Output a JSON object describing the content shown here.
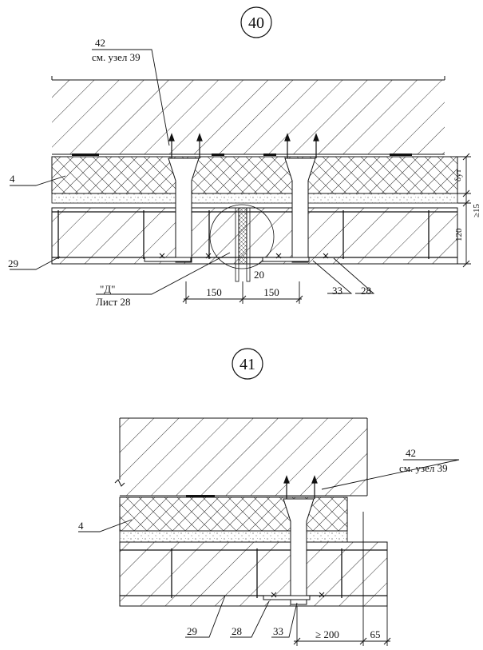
{
  "detail_40": {
    "number": "40",
    "callout_42_ref": "42",
    "callout_42_note": "см. узел 39",
    "label_4": "4",
    "label_29": "29",
    "label_33": "33",
    "label_28": "28",
    "label_20": "20",
    "ref_d": "\"Д\"",
    "ref_sheet": "Лист 28",
    "dim_left": "150",
    "dim_right": "150",
    "dim_insulation": "δут",
    "dim_gap": "≥15",
    "dim_slab": "120"
  },
  "detail_41": {
    "number": "41",
    "callout_42_ref": "42",
    "callout_42_note": "см. узел 39",
    "label_4": "4",
    "label_29": "29",
    "label_28": "28",
    "label_33": "33",
    "dim_overlap": "≥ 200",
    "dim_end": "65"
  }
}
